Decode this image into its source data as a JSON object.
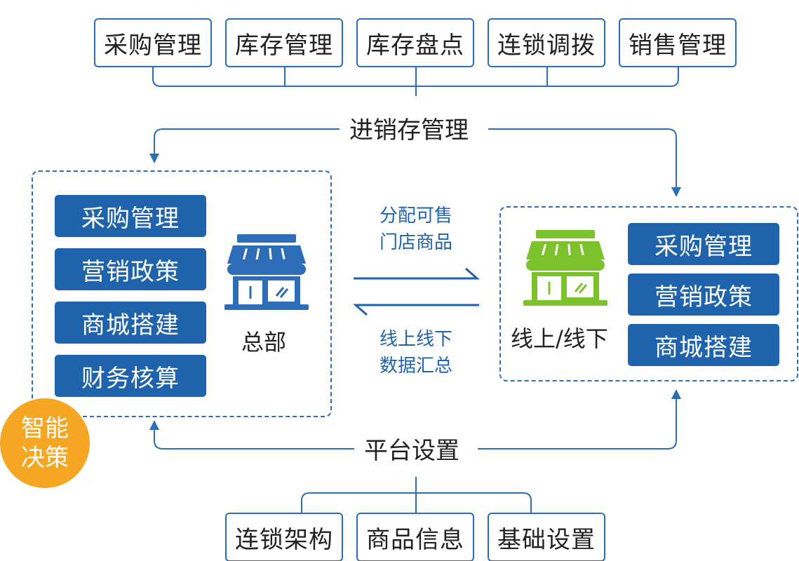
{
  "top_modules": [
    "采购管理",
    "库存管理",
    "库存盘点",
    "连锁调拨",
    "销售管理"
  ],
  "top_label": "进销存管理",
  "hq": {
    "functions": [
      "采购管理",
      "营销政策",
      "商城搭建",
      "财务核算"
    ],
    "caption": "总部",
    "store_color": "#2d6db8"
  },
  "branch": {
    "functions": [
      "采购管理",
      "营销政策",
      "商城搭建"
    ],
    "caption": "线上/线下",
    "store_color": "#7cc22c"
  },
  "flow_right": {
    "line1": "分配可售",
    "line2": "门店商品"
  },
  "flow_left": {
    "line1": "线上线下",
    "line2": "数据汇总"
  },
  "bottom_label": "平台设置",
  "bottom_modules": [
    "连锁架构",
    "商品信息",
    "基础设置"
  ],
  "badge": {
    "line1": "智能",
    "line2": "决策"
  },
  "colors": {
    "primary": "#1f63ad",
    "accent": "#f5a623",
    "line": "#2a6fb5"
  }
}
